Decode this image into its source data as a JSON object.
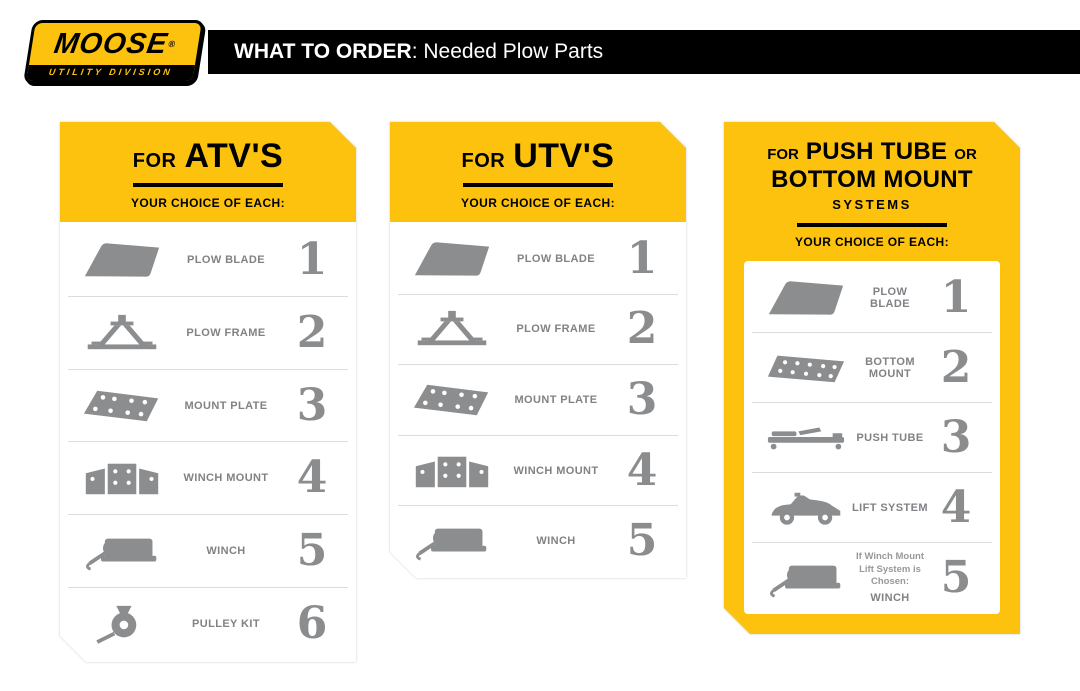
{
  "header": {
    "logo_line1": "MOOSE",
    "logo_reg": "®",
    "logo_line2": "UTILITY DIVISION",
    "title_bold": "WHAT TO ORDER",
    "title_rest": ": Needed Plow Parts"
  },
  "colors": {
    "yellow": "#FCC20E",
    "icon_gray": "#8B8D8F",
    "label_gray": "#808285",
    "black": "#000000"
  },
  "cards": [
    {
      "title_prefix": "FOR",
      "title": "ATV'S",
      "subtitle": "YOUR CHOICE OF EACH:",
      "items": [
        {
          "icon": "plow-blade-icon",
          "label": "PLOW BLADE",
          "qty": "1"
        },
        {
          "icon": "plow-frame-icon",
          "label": "PLOW FRAME",
          "qty": "2"
        },
        {
          "icon": "mount-plate-icon",
          "label": "MOUNT PLATE",
          "qty": "3"
        },
        {
          "icon": "winch-mount-icon",
          "label": "WINCH MOUNT",
          "qty": "4"
        },
        {
          "icon": "winch-icon",
          "label": "WINCH",
          "qty": "5"
        },
        {
          "icon": "pulley-kit-icon",
          "label": "PULLEY KIT",
          "qty": "6"
        }
      ]
    },
    {
      "title_prefix": "FOR",
      "title": "UTV'S",
      "subtitle": "YOUR CHOICE OF EACH:",
      "items": [
        {
          "icon": "plow-blade-icon",
          "label": "PLOW BLADE",
          "qty": "1"
        },
        {
          "icon": "plow-frame-icon",
          "label": "PLOW FRAME",
          "qty": "2"
        },
        {
          "icon": "mount-plate-icon",
          "label": "MOUNT PLATE",
          "qty": "3"
        },
        {
          "icon": "winch-mount-icon",
          "label": "WINCH MOUNT",
          "qty": "4"
        },
        {
          "icon": "winch-icon",
          "label": "WINCH",
          "qty": "5"
        }
      ]
    },
    {
      "title_prefix": "FOR",
      "title_big1": "PUSH TUBE",
      "title_or": "OR",
      "title_big2": "BOTTOM MOUNT",
      "title_small": "SYSTEMS",
      "subtitle": "YOUR CHOICE OF EACH:",
      "items": [
        {
          "icon": "plow-blade-icon",
          "label": "PLOW BLADE",
          "qty": "1"
        },
        {
          "icon": "bottom-mount-icon",
          "label": "BOTTOM MOUNT",
          "qty": "2"
        },
        {
          "icon": "push-tube-icon",
          "label": "PUSH TUBE",
          "qty": "3"
        },
        {
          "icon": "lift-system-icon",
          "label": "LIFT SYSTEM",
          "qty": "4"
        },
        {
          "icon": "winch-icon",
          "note": "If Winch Mount Lift System is Chosen:",
          "label": "WINCH",
          "qty": "5"
        }
      ]
    }
  ]
}
